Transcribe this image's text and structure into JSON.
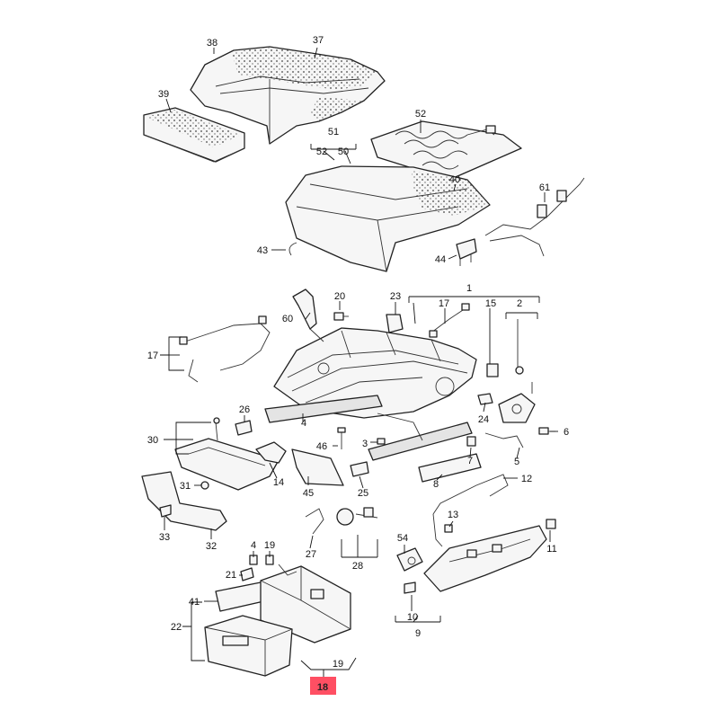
{
  "callouts": {
    "c1": "1",
    "c2": "2",
    "c3": "3",
    "c4a": "4",
    "c4b": "4",
    "c5": "5",
    "c6": "6",
    "c7": "7",
    "c8": "8",
    "c9": "9",
    "c10": "10",
    "c11": "11",
    "c12": "12",
    "c13": "13",
    "c14": "14",
    "c15": "15",
    "c17a": "17",
    "c17b": "17",
    "c19a": "19",
    "c19b": "19",
    "c20": "20",
    "c21": "21",
    "c22": "22",
    "c23": "23",
    "c24": "24",
    "c25": "25",
    "c26": "26",
    "c27": "27",
    "c28": "28",
    "c30": "30",
    "c31": "31",
    "c32": "32",
    "c33": "33",
    "c37": "37",
    "c38": "38",
    "c39": "39",
    "c40": "40",
    "c41": "41",
    "c43": "43",
    "c44": "44",
    "c45": "45",
    "c46": "46",
    "c50": "50",
    "c51": "51",
    "c52a": "52",
    "c52b": "52",
    "c54": "54",
    "c60": "60",
    "c61": "61"
  },
  "highlight": {
    "label": "18",
    "color": "#ff4f63"
  }
}
